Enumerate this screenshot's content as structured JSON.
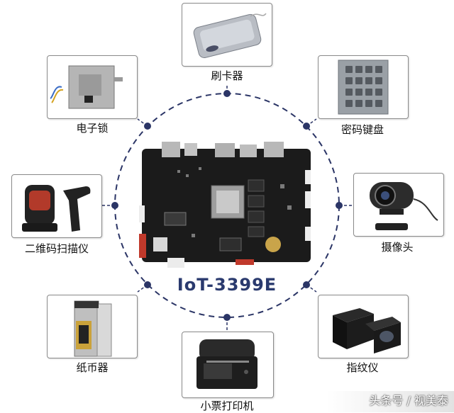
{
  "title": "IoT-3399E",
  "devices": [
    {
      "id": "card-reader",
      "label": "刷卡器",
      "icon": "card-reader-icon"
    },
    {
      "id": "keypad",
      "label": "密码键盘",
      "icon": "keypad-icon"
    },
    {
      "id": "camera",
      "label": "摄像头",
      "icon": "camera-icon"
    },
    {
      "id": "fingerprint",
      "label": "指纹仪",
      "icon": "fingerprint-scanner-icon"
    },
    {
      "id": "receipt-printer",
      "label": "小票打印机",
      "icon": "printer-icon"
    },
    {
      "id": "banknote",
      "label": "纸币器",
      "icon": "bill-acceptor-icon"
    },
    {
      "id": "barcode",
      "label": "二维码扫描仪",
      "icon": "barcode-scanner-icon"
    },
    {
      "id": "lock",
      "label": "电子锁",
      "icon": "electronic-lock-icon"
    }
  ],
  "watermark": "头条号 / 视美泰",
  "colors": {
    "dash": "#2b3566",
    "node": "#2b3566",
    "board": "#1b1b1b",
    "title": "#2a3a6e"
  }
}
